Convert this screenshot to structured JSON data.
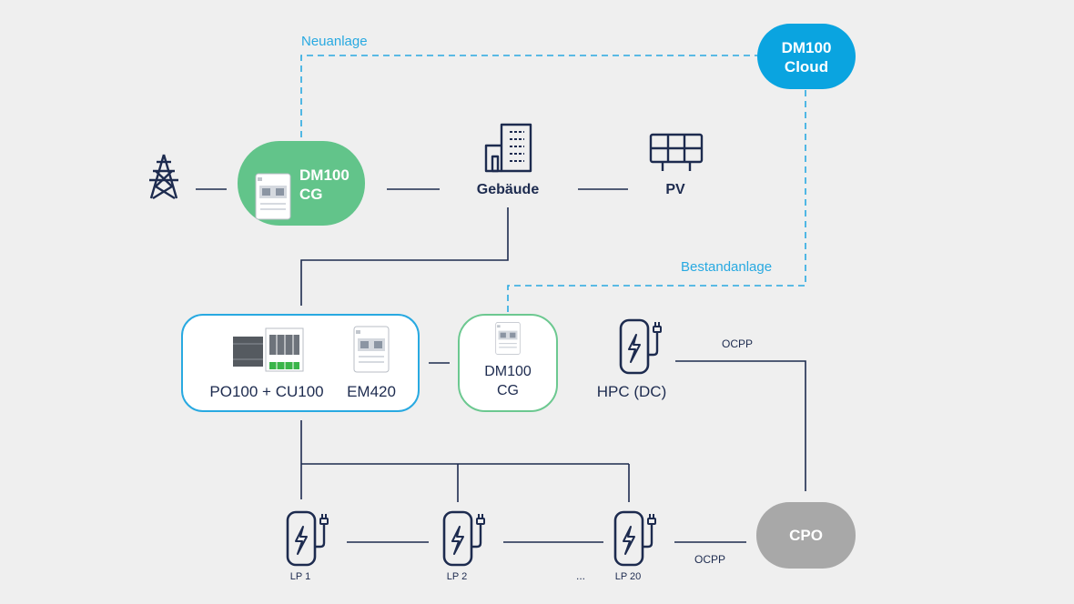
{
  "labels": {
    "neuanlage": "Neuanlage",
    "bestandanlage": "Bestandanlage",
    "ocpp_top": "OCPP",
    "ocpp_bottom": "OCPP"
  },
  "nodes": {
    "cloud": {
      "line1": "DM100",
      "line2": "Cloud",
      "color": "#0aa4e0"
    },
    "dm100_top": {
      "line1": "DM100",
      "line2": "CG",
      "color": "#62c48a"
    },
    "gebaeude": "Gebäude",
    "pv": "PV",
    "controller": {
      "left_label": "PO100 + CU100",
      "right_label": "EM420",
      "border": "#28a9e1"
    },
    "dm100_bottom": {
      "line1": "DM100",
      "line2": "CG",
      "border": "#6cc890"
    },
    "hpc": "HPC (DC)",
    "cpo": {
      "label": "CPO",
      "color": "#a8a8a8"
    },
    "chargers": [
      "LP 1",
      "LP 2",
      "LP 20"
    ],
    "ellipsis": "..."
  },
  "colors": {
    "navy": "#1d2b4f",
    "dash": "#28a9e1"
  }
}
